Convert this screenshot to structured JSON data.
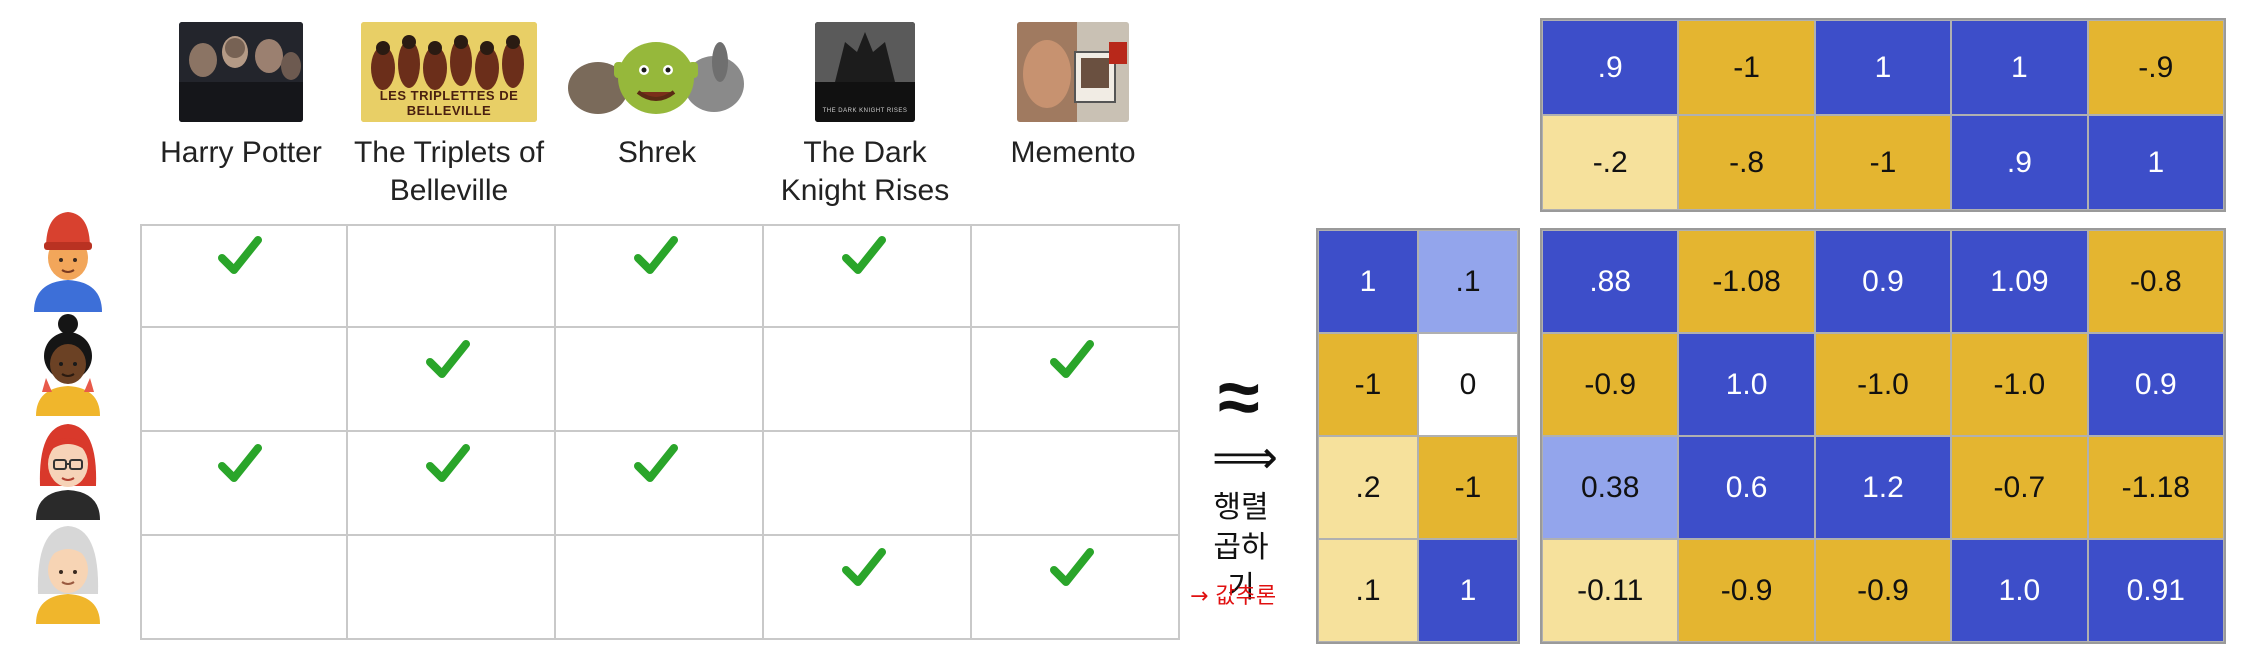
{
  "movies": [
    {
      "title": "Harry Potter",
      "poster_icon": "harry-potter-poster"
    },
    {
      "title": "The Triplets of Belleville",
      "poster_icon": "triplets-poster",
      "poster_text": "LES TRIPLETTES DE BELLEVILLE"
    },
    {
      "title": "Shrek",
      "poster_icon": "shrek-poster"
    },
    {
      "title": "The Dark Knight Rises",
      "poster_icon": "dark-knight-poster",
      "poster_text": "THE DARK KNIGHT RISES"
    },
    {
      "title": "Memento",
      "poster_icon": "memento-poster"
    }
  ],
  "users": [
    {
      "avatar_icon": "user-red-hat-avatar"
    },
    {
      "avatar_icon": "user-dark-hair-bun-avatar"
    },
    {
      "avatar_icon": "user-red-hair-glasses-avatar"
    },
    {
      "avatar_icon": "user-gray-hair-avatar"
    }
  ],
  "ratings": [
    [
      true,
      false,
      true,
      true,
      false
    ],
    [
      false,
      true,
      false,
      false,
      true
    ],
    [
      true,
      true,
      true,
      false,
      false
    ],
    [
      false,
      false,
      false,
      true,
      true
    ]
  ],
  "approx_symbol": "≈",
  "arrow_symbol": "⟹",
  "handwritten_note_lines": [
    "행렬",
    "곱하기"
  ],
  "handwritten_red_note": "→ 값추론",
  "user_embeddings": {
    "values": [
      [
        "1",
        ".1"
      ],
      [
        "-1",
        "0"
      ],
      [
        ".2",
        "-1"
      ],
      [
        ".1",
        "1"
      ]
    ],
    "colors": [
      [
        "blue",
        "light"
      ],
      [
        "gold",
        "white"
      ],
      [
        "pale",
        "gold"
      ],
      [
        "pale",
        "blue"
      ]
    ]
  },
  "movie_embeddings": {
    "values": [
      [
        ".9",
        "-1",
        "1",
        "1",
        "-.9"
      ],
      [
        "-.2",
        "-.8",
        "-1",
        ".9",
        "1"
      ]
    ],
    "colors": [
      [
        "blue",
        "gold",
        "blue",
        "blue",
        "gold"
      ],
      [
        "pale",
        "gold",
        "gold",
        "blue",
        "blue"
      ]
    ]
  },
  "predicted_matrix": {
    "values": [
      [
        ".88",
        "-1.08",
        "0.9",
        "1.09",
        "-0.8"
      ],
      [
        "-0.9",
        "1.0",
        "-1.0",
        "-1.0",
        "0.9"
      ],
      [
        "0.38",
        "0.6",
        "1.2",
        "-0.7",
        "-1.18"
      ],
      [
        "-0.11",
        "-0.9",
        "-0.9",
        "1.0",
        "0.91"
      ]
    ],
    "colors": [
      [
        "blue",
        "gold",
        "blue",
        "blue",
        "gold"
      ],
      [
        "gold",
        "blue",
        "gold",
        "gold",
        "blue"
      ],
      [
        "light",
        "blue",
        "blue",
        "gold",
        "gold"
      ],
      [
        "pale",
        "gold",
        "gold",
        "blue",
        "blue"
      ]
    ]
  },
  "colors": {
    "blue": "#3d4ec9",
    "gold": "#e4b530",
    "light": "#93a5ec",
    "pale": "#f6e19c",
    "check_green": "#2aa52a",
    "red_note": "#e01010"
  }
}
